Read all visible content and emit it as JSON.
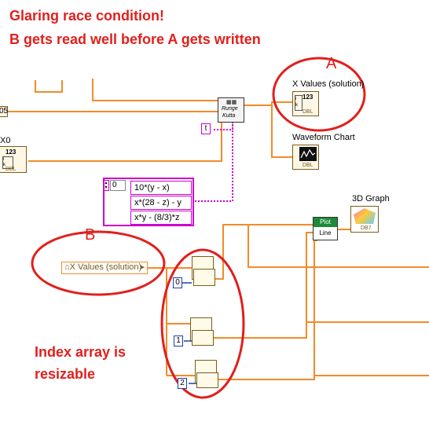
{
  "annotations": {
    "race_title": "Glaring race condition!",
    "race_sub": "B gets read well before A gets written",
    "letter_a": "A",
    "letter_b": "B",
    "resize_line1": "Index array is",
    "resize_line2": "resizable"
  },
  "indicators": {
    "x_values_label": "X Values (solution)",
    "x_values_type": "DBL",
    "x_values_digits": "123",
    "waveform_label": "Waveform Chart",
    "waveform_type": "DBL",
    "graph3d_label": "3D Graph",
    "graph3d_type": "DB7",
    "x0_label": "X0",
    "x0_digits": "123",
    "x0_type": "DBL",
    "cut_const": "05"
  },
  "runge": {
    "line1": "Runge",
    "line2": "Kutta",
    "t_label": "t"
  },
  "equations": {
    "index_value": "0",
    "items": [
      "10*(y - x)",
      "x*(28 - z) - y",
      "x*y - (8/3)*z"
    ]
  },
  "local_var": {
    "label": "X Values (solution)"
  },
  "plot_line": {
    "top": "Plot",
    "bottom": "Line"
  },
  "index_arrays": {
    "indices": [
      "0",
      "1",
      "2"
    ]
  },
  "colors": {
    "wire_orange": "#f28c28",
    "wire_pink": "#cc00cc",
    "annotation_red": "#e0201c",
    "const_blue": "#1a3fb0"
  }
}
